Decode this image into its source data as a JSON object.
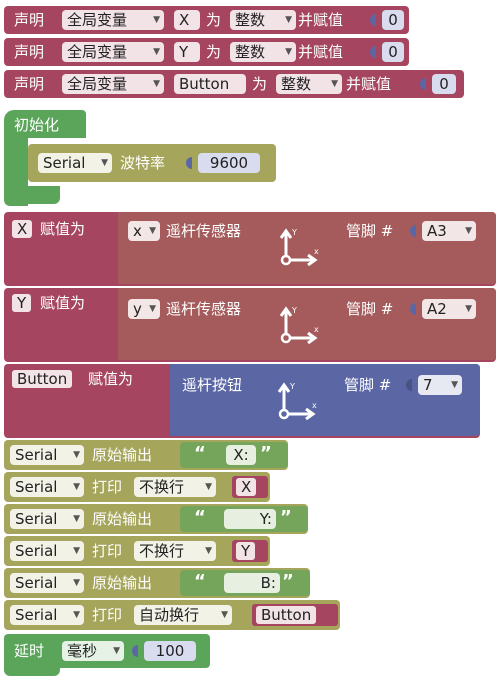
{
  "declare": {
    "declare_label": "声明",
    "scope": "全局变量",
    "as_label": "为",
    "type": "整数",
    "assign_label": "并赋值",
    "vars": [
      {
        "name": "X",
        "value": "0"
      },
      {
        "name": "Y",
        "value": "0"
      },
      {
        "name": "Button",
        "value": "0"
      }
    ]
  },
  "init": {
    "label": "初始化",
    "serial": "Serial",
    "baud_label": "波特率",
    "baud": "9600"
  },
  "assign": [
    {
      "var": "X",
      "label": "赋值为",
      "axis": "x",
      "sensor": "遥杆传感器",
      "pin_label": "管脚 #",
      "pin": "A3"
    },
    {
      "var": "Y",
      "label": "赋值为",
      "axis": "y",
      "sensor": "遥杆传感器",
      "pin_label": "管脚 #",
      "pin": "A2"
    },
    {
      "var": "Button",
      "label": "赋值为",
      "sensor": "遥杆按钮",
      "pin_label": "管脚 #",
      "pin": "7"
    }
  ],
  "joy": {
    "x": "x",
    "y": "Y"
  },
  "serial_rows": [
    {
      "port": "Serial",
      "action": "原始输出",
      "text": "X:"
    },
    {
      "port": "Serial",
      "action": "打印",
      "mode": "不换行",
      "var": "X"
    },
    {
      "port": "Serial",
      "action": "原始输出",
      "text": "Y:"
    },
    {
      "port": "Serial",
      "action": "打印",
      "mode": "不换行",
      "var": "Y"
    },
    {
      "port": "Serial",
      "action": "原始输出",
      "text": "B:"
    },
    {
      "port": "Serial",
      "action": "打印",
      "mode": "自动换行",
      "var": "Button"
    }
  ],
  "quote_open": "“",
  "quote_close": "”",
  "arrow": "▼",
  "delay": {
    "label": "延时",
    "unit": "毫秒",
    "value": "100"
  },
  "colors": {
    "declare": "#a5455f",
    "init": "#5ba55b",
    "serial": "#a5a55c",
    "text": "#74a55b",
    "assign_outer": "#a5455f",
    "sensor": "#a55b5b",
    "button_sensor": "#5b67a5"
  }
}
